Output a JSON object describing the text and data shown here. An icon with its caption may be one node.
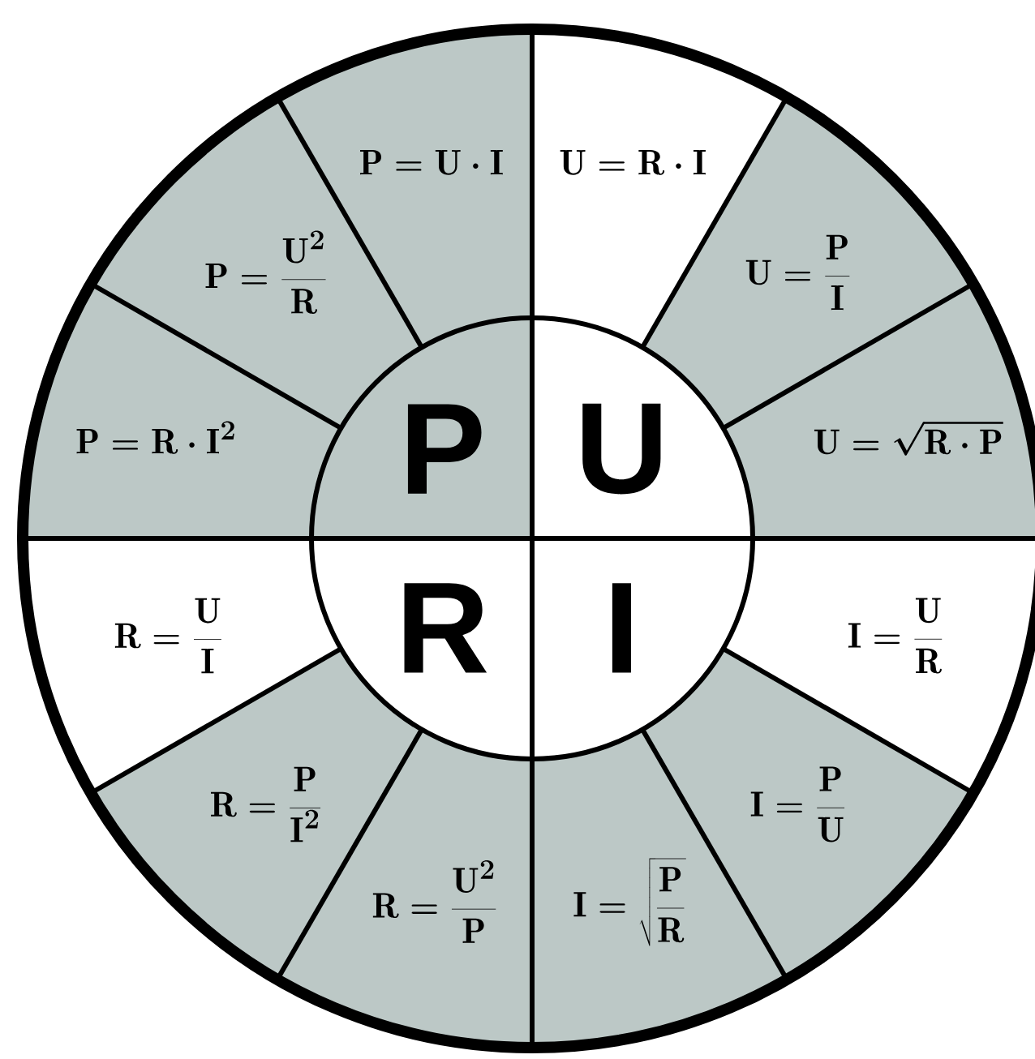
{
  "diagram": {
    "nodes": [
      {
        "text": [
          "P"
        ]
      },
      {
        "text": [
          "U"
        ]
      },
      {
        "text": [
          "R"
        ]
      },
      {
        "text": [
          "I"
        ]
      },
      {
        "text": [
          "U=R\\cdot I"
        ]
      },
      {
        "text": [
          "U=\\frac{P}{I}"
        ]
      },
      {
        "text": [
          "U=\\sqrt{R\\cdot P}"
        ]
      },
      {
        "text": [
          "I=\\frac{U}{R}"
        ]
      },
      {
        "text": [
          "I=\\frac{P}{U}"
        ]
      },
      {
        "text": [
          "I=\\sqrt{\\frac{P}{R}}"
        ]
      },
      {
        "text": [
          "R=\\frac{U^2}{P}"
        ]
      },
      {
        "text": [
          "R=\\frac{P}{I^2}"
        ]
      },
      {
        "text": [
          "R=\\frac{U}{I}"
        ]
      },
      {
        "text": [
          "P=R\\cdot I^2"
        ]
      },
      {
        "text": [
          "P=\\frac{U^2}{R}"
        ]
      },
      {
        "text": [
          "P=U\\cdot I"
        ]
      }
    ]
  }
}
